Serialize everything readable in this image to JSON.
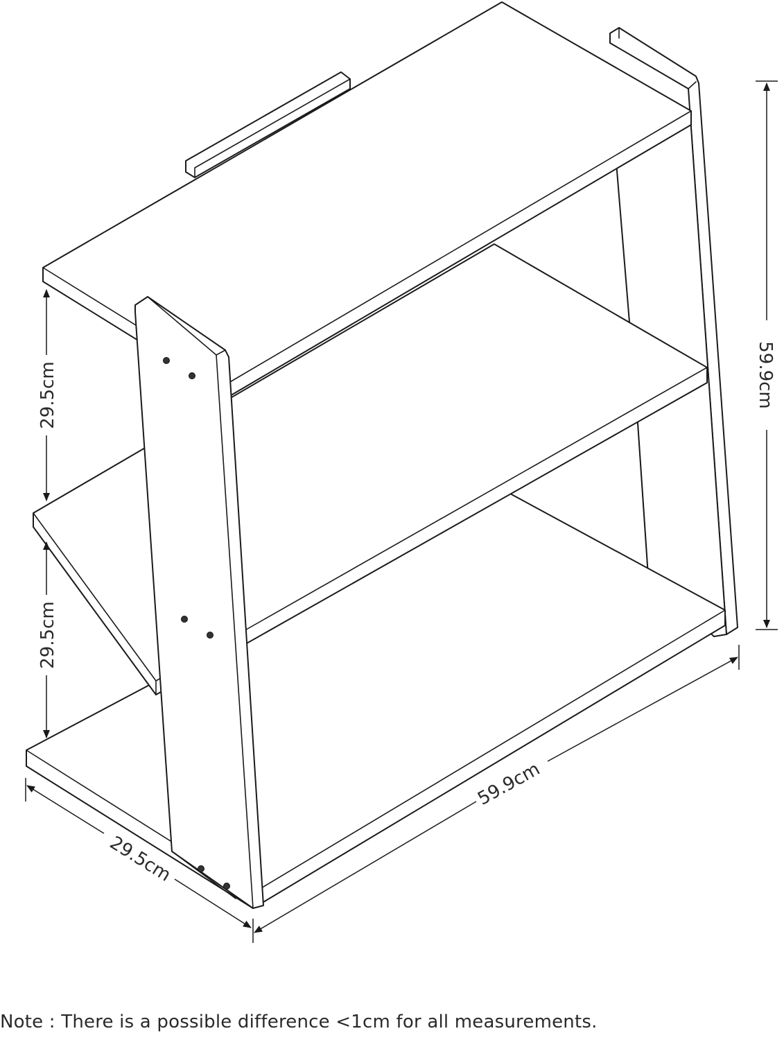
{
  "dimensions": {
    "total_height": "59.9cm",
    "shelf_gap_upper": "29.5cm",
    "shelf_gap_lower": "29.5cm",
    "depth": "29.5cm",
    "width": "59.9cm"
  },
  "note": "Note : There is a possible difference <1cm for all measurements."
}
